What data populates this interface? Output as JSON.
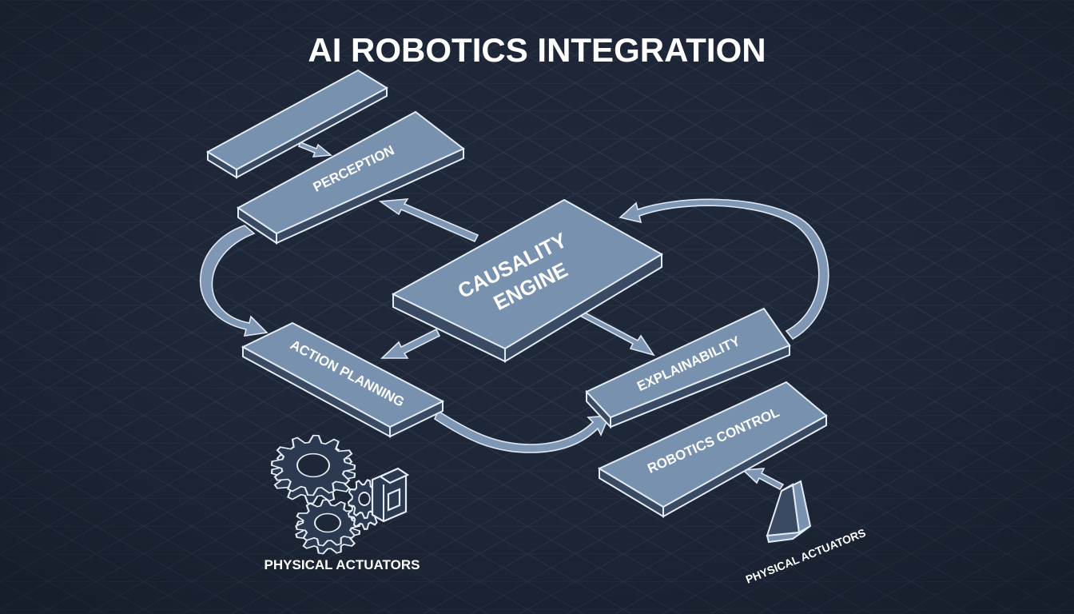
{
  "title": "AI ROBOTICS INTEGRATION",
  "blocks": {
    "top_bar": "",
    "perception": "PERCEPTION",
    "causality_line1": "CAUSALITY",
    "causality_line2": "ENGINE",
    "action_planning": "ACTION PLANNING",
    "explainability": "EXPLAINABILITY",
    "robotics_control": "ROBOTICS CONTROL"
  },
  "captions": {
    "left_actuators": "PHYSICAL ACTUATORS",
    "right_actuators": "PHYSICAL ACTUATORS"
  },
  "colors": {
    "background": "#1e2738",
    "grid": "#2f3a4d",
    "block_top": "#7891af",
    "block_side": "#3a4a62",
    "outline": "#e3ebf5",
    "text": "#ffffff"
  },
  "icons": [
    "gear-icon",
    "gear-icon",
    "gear-icon",
    "connector-icon",
    "pedestal-icon"
  ]
}
